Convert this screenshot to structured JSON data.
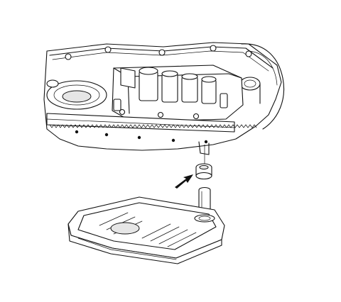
{
  "figure": {
    "components": [
      {
        "name": "transmission-case"
      },
      {
        "name": "valve-body"
      },
      {
        "name": "filter-seal"
      },
      {
        "name": "oil-filter"
      },
      {
        "name": "indicator-arrow"
      }
    ],
    "colors": {
      "line": "#111111",
      "background": "#ffffff",
      "shade": "#e6e6e6"
    }
  }
}
